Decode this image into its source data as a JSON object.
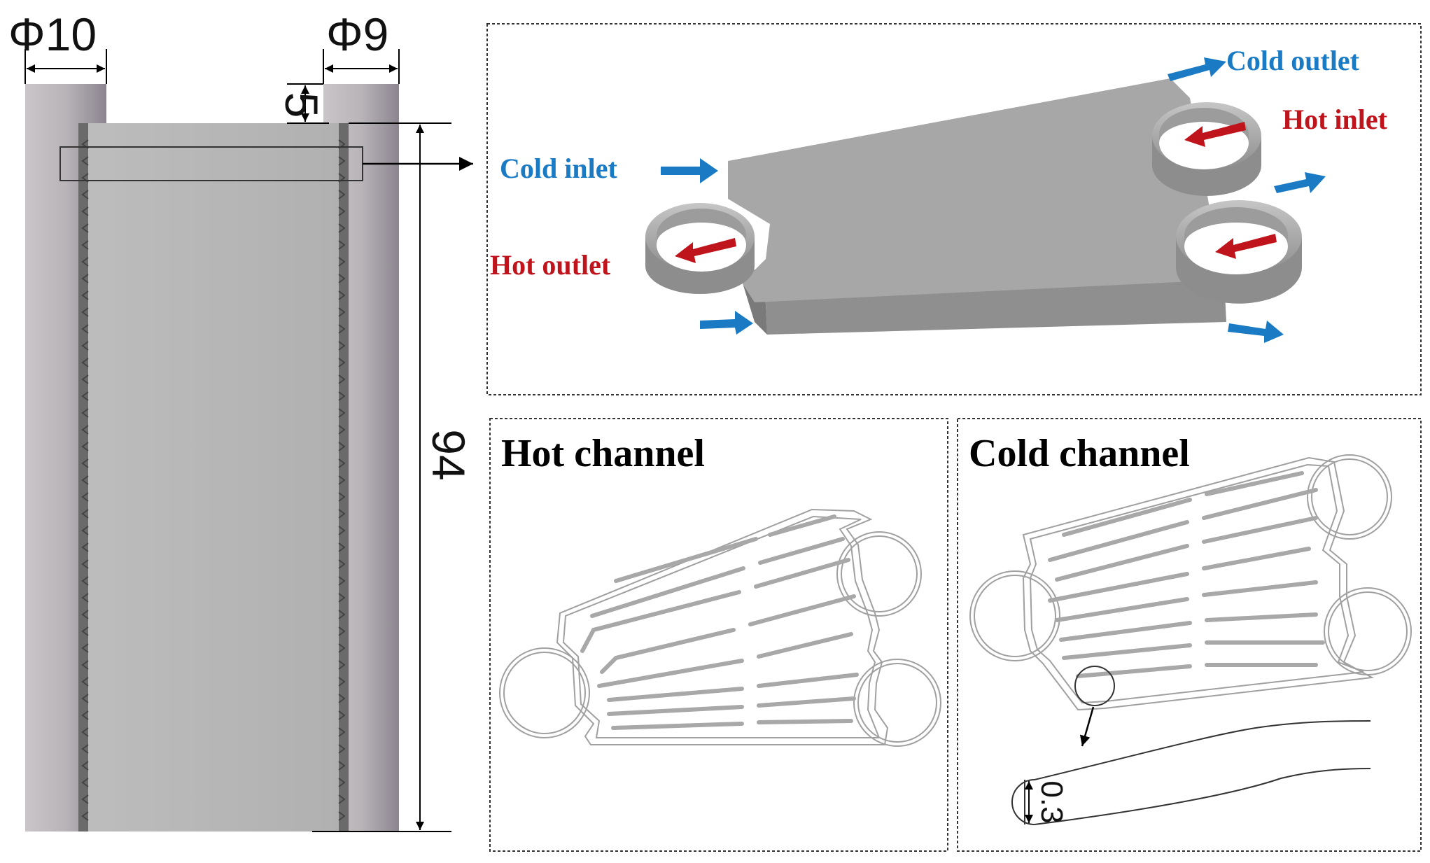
{
  "dimensions": {
    "left_diameter": "Φ10",
    "right_diameter": "Φ9",
    "gap": "5",
    "height": "94",
    "slot_width": "0.3"
  },
  "flow_labels": {
    "cold_outlet": "Cold outlet",
    "hot_inlet": "Hot inlet",
    "cold_inlet": "Cold inlet",
    "hot_outlet": "Hot outlet"
  },
  "panels": {
    "hot_title": "Hot channel",
    "cold_title": "Cold channel"
  },
  "colors": {
    "cold": "#1a7bc4",
    "hot": "#c0141c",
    "body": "#a8a8a8",
    "tube": "#b4b0b4"
  }
}
